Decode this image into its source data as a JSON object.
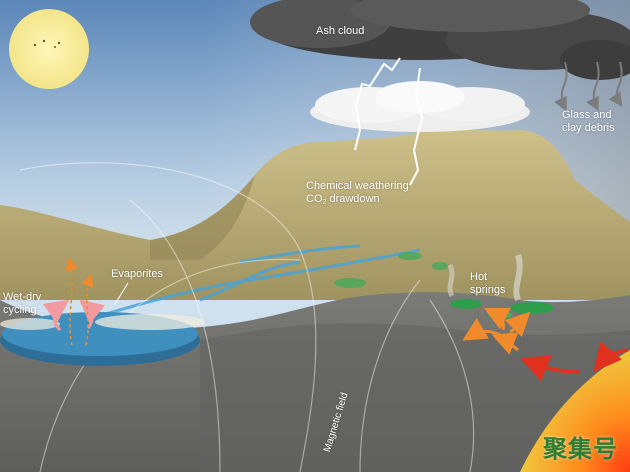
{
  "labels": {
    "ash_cloud": "Ash cloud",
    "glass_debris_line1": "Glass and",
    "glass_debris_line2": "clay debris",
    "chem_line1": "Chemical weathering",
    "chem_line2_prefix": "CO",
    "chem_line2_sub": "2",
    "chem_line2_suffix": " drawdown",
    "evaporites": "Evaporites",
    "wetdry_line1": "Wet-dry",
    "wetdry_line2": "cycling",
    "hot_line1": "Hot",
    "hot_line2": "springs",
    "magnetic_field": "Magnetic field"
  },
  "watermark": "聚集号",
  "colors": {
    "sky_top": "#5b86b8",
    "sky_bottom": "#dfe9f1",
    "sun": "#f7ec9c",
    "mountain": "#b9ab74",
    "rock": "#6e6e6b",
    "pool": "#3f8fbf",
    "spring_green": "#2f9e4a",
    "hot_arrow_orange": "#f08a2a",
    "hot_arrow_red": "#e0301e",
    "magma": "#f3b21c",
    "storm": "#4c4c4c"
  }
}
